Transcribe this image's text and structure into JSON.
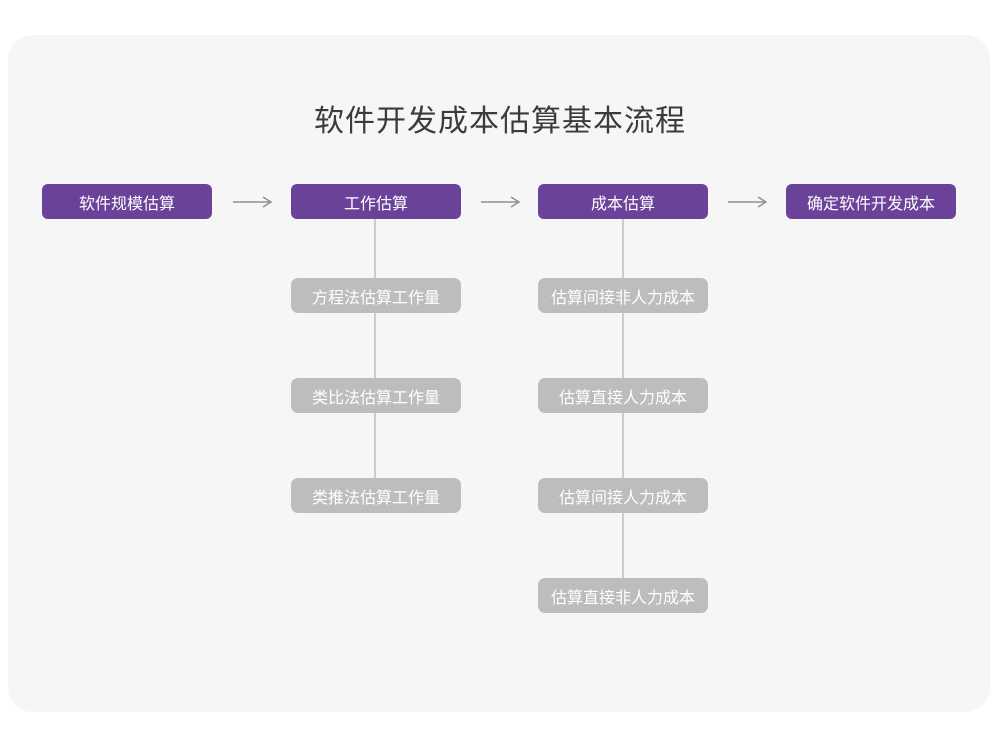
{
  "title": "软件开发成本估算基本流程",
  "colors": {
    "stage_bg": "#6B4299",
    "sub_node_bg": "#BDBDBD",
    "card_bg": "#F6F6F7",
    "connector_line": "#CDCDCD",
    "arrow": "#8F8F8F",
    "title_text": "#3B3B3B",
    "node_text": "#FFFFFF"
  },
  "flow": {
    "stages": [
      {
        "label": "软件规模估算"
      },
      {
        "label": "工作估算"
      },
      {
        "label": "成本估算"
      },
      {
        "label": "确定软件开发成本"
      }
    ],
    "work_methods": [
      "方程法估算工作量",
      "类比法估算工作量",
      "类推法估算工作量"
    ],
    "cost_items": [
      "估算间接非人力成本",
      "估算直接人力成本",
      "估算间接人力成本",
      "估算直接非人力成本"
    ]
  }
}
